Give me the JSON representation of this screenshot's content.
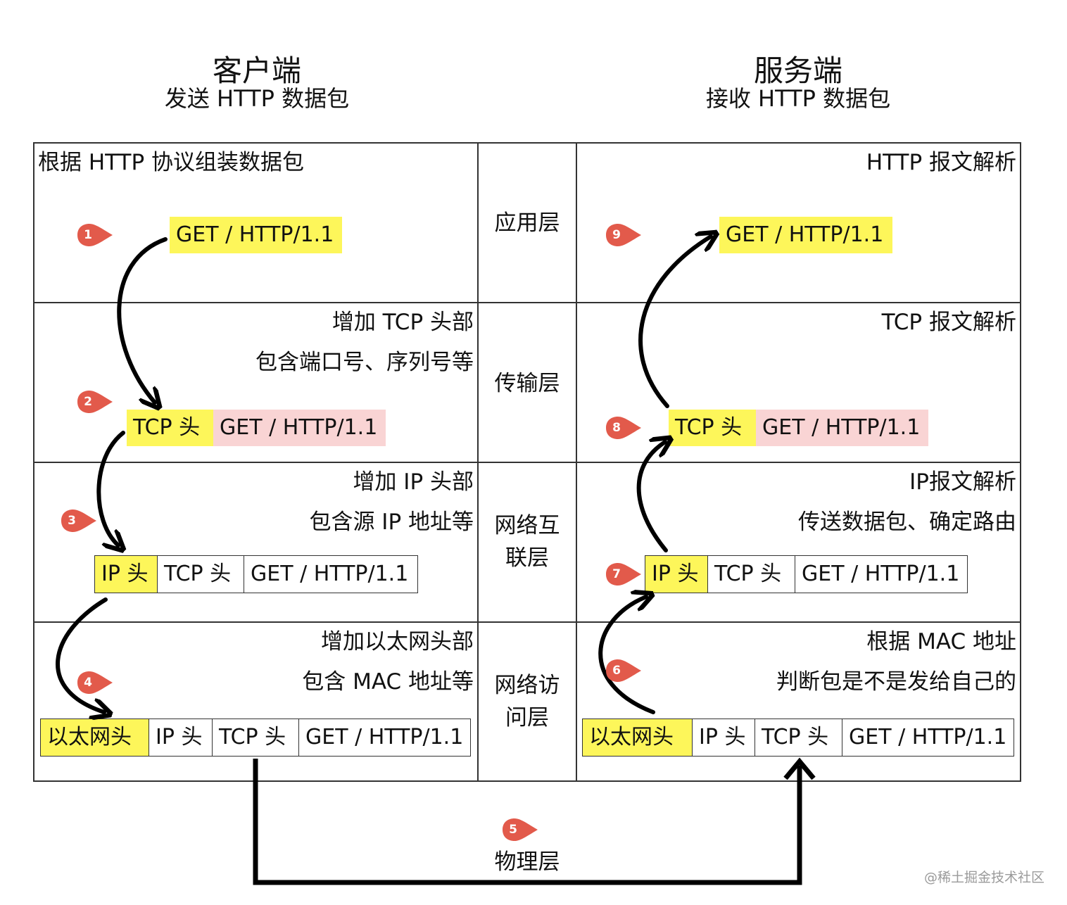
{
  "client": {
    "title": "客户端",
    "subtitle": "发送 HTTP 数据包"
  },
  "server": {
    "title": "服务端",
    "subtitle": "接收 HTTP 数据包"
  },
  "layers": {
    "application": "应用层",
    "transport": "传输层",
    "internet": [
      "网络互",
      "联层"
    ],
    "link": [
      "网络访",
      "问层"
    ],
    "physical": "物理层"
  },
  "client_notes": {
    "application": "根据 HTTP 协议组装数据包",
    "transport": [
      "增加 TCP 头部",
      "包含端口号、序列号等"
    ],
    "internet": [
      "增加 IP 头部",
      "包含源 IP 地址等"
    ],
    "link": [
      "增加以太网头部",
      "包含 MAC 地址等"
    ]
  },
  "server_notes": {
    "application": "HTTP 报文解析",
    "transport": "TCP 报文解析",
    "internet": [
      "IP报文解析",
      "传送数据包、确定路由"
    ],
    "link": [
      "根据 MAC 地址",
      "判断包是不是发给自己的"
    ]
  },
  "packet": {
    "http": "GET / HTTP/1.1",
    "tcp": "TCP 头",
    "ip": "IP 头",
    "eth": "以太网头"
  },
  "steps": [
    "1",
    "2",
    "3",
    "4",
    "5",
    "6",
    "7",
    "8",
    "9"
  ],
  "colors": {
    "header_highlight": "#fdf65a",
    "payload_pink": "#f9d4d4",
    "marker_red": "#e25a4b",
    "line": "#333333",
    "arrow": "#000000"
  },
  "watermark": "@稀土掘金技术社区"
}
